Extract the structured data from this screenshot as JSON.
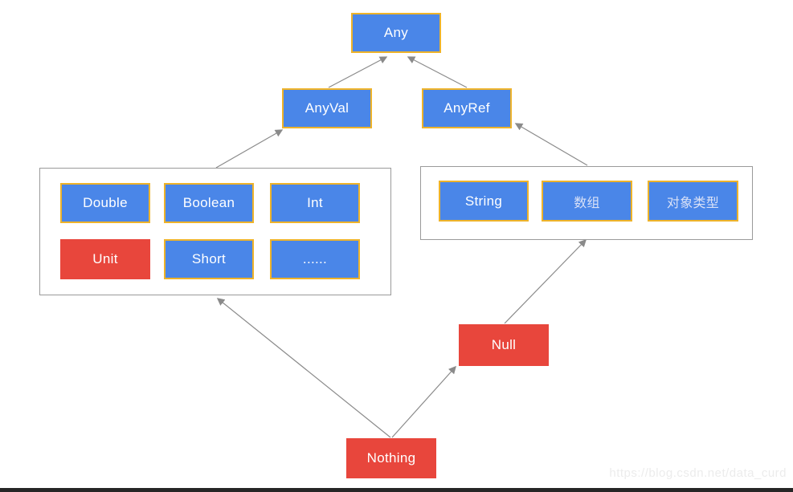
{
  "nodes": {
    "any": {
      "label": "Any",
      "fill": "#4a86e8"
    },
    "anyval": {
      "label": "AnyVal",
      "fill": "#4a86e8"
    },
    "anyref": {
      "label": "AnyRef",
      "fill": "#4a86e8"
    },
    "double": {
      "label": "Double",
      "fill": "#4a86e8"
    },
    "boolean": {
      "label": "Boolean",
      "fill": "#4a86e8"
    },
    "int": {
      "label": "Int",
      "fill": "#4a86e8"
    },
    "unit": {
      "label": "Unit",
      "fill": "#e8463c"
    },
    "short": {
      "label": "Short",
      "fill": "#4a86e8"
    },
    "ellipsis": {
      "label": "......",
      "fill": "#4a86e8"
    },
    "string": {
      "label": "String",
      "fill": "#4a86e8"
    },
    "array": {
      "label": "数组",
      "fill": "#4a86e8"
    },
    "object_type": {
      "label": "对象类型",
      "fill": "#4a86e8"
    },
    "null": {
      "label": "Null",
      "fill": "#e8463c"
    },
    "nothing": {
      "label": "Nothing",
      "fill": "#e8463c"
    }
  },
  "edges": [
    {
      "from": "AnyVal",
      "to": "Any"
    },
    {
      "from": "AnyRef",
      "to": "Any"
    },
    {
      "from": "value-types-group",
      "to": "AnyVal"
    },
    {
      "from": "reference-types-group",
      "to": "AnyRef"
    },
    {
      "from": "Nothing",
      "to": "value-types-group"
    },
    {
      "from": "Nothing",
      "to": "Null"
    },
    {
      "from": "Null",
      "to": "reference-types-group"
    }
  ],
  "colors": {
    "node_blue": "#4a86e8",
    "node_red": "#e8463c",
    "gold_border": "#eeb32a",
    "arrow_gray": "#8a8a8a",
    "group_border": "#9a9a9a"
  },
  "watermark": "https://blog.csdn.net/data_curd"
}
